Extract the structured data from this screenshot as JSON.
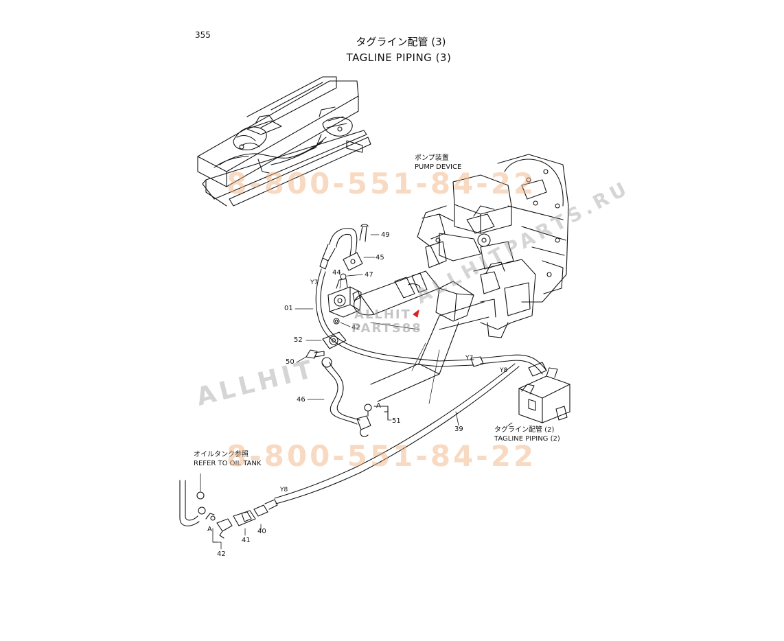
{
  "page_number": "355",
  "title": {
    "jp": "タグライン配管 (3)",
    "en": "TAGLINE PIPING (3)"
  },
  "callouts": {
    "pump_device_jp": "ポンプ装置",
    "pump_device_en": "PUMP DEVICE",
    "tagline2_jp": "タグライン配管 (2)",
    "tagline2_en": "TAGLINE PIPING (2)",
    "oil_tank_jp": "オイルタンク参照",
    "oil_tank_en": "REFER TO OIL TANK"
  },
  "part_numbers": {
    "p49": "49",
    "p45": "45",
    "p47": "47",
    "p44": "44",
    "p42a": "42",
    "p01": "01",
    "p52": "52",
    "p50": "50",
    "p46": "46",
    "p51": "51",
    "p39": "39",
    "p40": "40",
    "p41": "41",
    "p42b": "42"
  },
  "markers": {
    "y7_top": "Y7",
    "y7_mid": "Y7",
    "y8_right": "Y8",
    "y8_bottom": "Y8",
    "a_mid": "A",
    "a_bottom": "A"
  },
  "watermarks": {
    "phone_top": "8-800-551-84-22",
    "phone_bottom": "8-800-551-84-22",
    "brand": "ALLHIT",
    "brand_mid": "ALLHIT",
    "parts": "PARTS88",
    "site": "ALLHITPARTS.RU"
  }
}
